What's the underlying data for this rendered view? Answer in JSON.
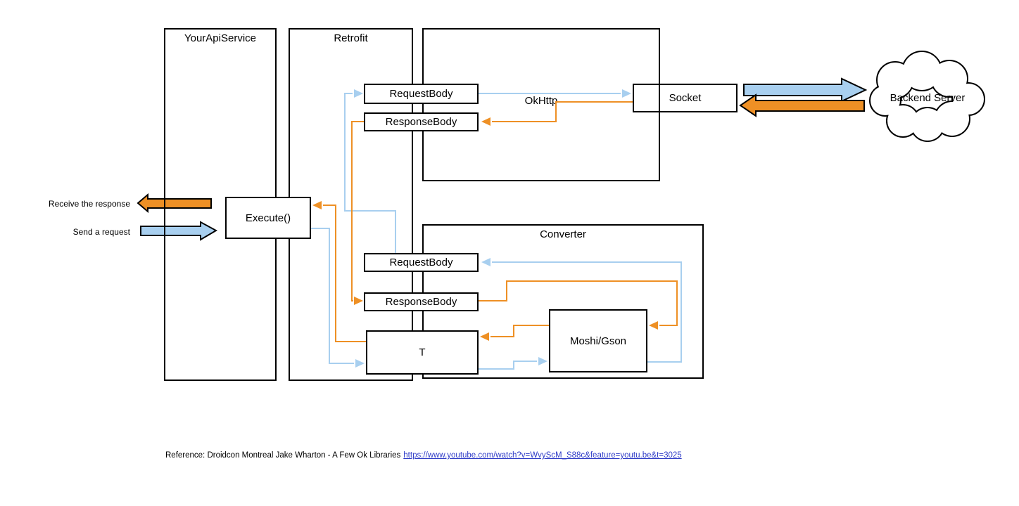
{
  "diagram": {
    "nodes": {
      "your_api_service": "YourApiService",
      "retrofit": "Retrofit",
      "okhttp": "OkHttp",
      "converter": "Converter",
      "request_body": "RequestBody",
      "response_body": "ResponseBody",
      "socket": "Socket",
      "backend_server": "Backend Server",
      "execute": "Execute()",
      "generic_type": "T",
      "moshi_gson": "Moshi/Gson"
    },
    "flow_labels": {
      "receive_response": "Receive the response",
      "send_request": "Send a request"
    },
    "colors": {
      "request_arrow_blue": "#A8CFEF",
      "response_arrow_orange": "#EE9025",
      "box_outline": "#000000",
      "link_blue": "#2E3BC7"
    },
    "footer": {
      "reference_text": "Reference: Droidcon Montreal Jake Wharton - A Few Ok Libraries",
      "reference_link": "https://www.youtube.com/watch?v=WvyScM_S88c&feature=youtu.be&t=3025"
    }
  }
}
